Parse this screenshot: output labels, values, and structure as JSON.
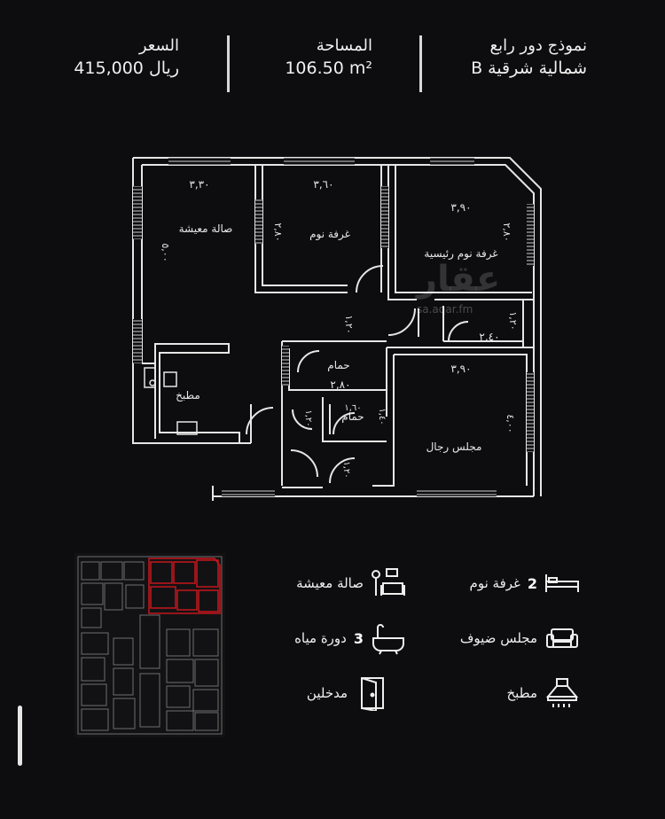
{
  "header": {
    "model_title": "نموذج دور رابع",
    "model_sub": "B شمالية شرقية",
    "area_title": "المساحة",
    "area_value": "106.50 m²",
    "price_title": "السعر",
    "price_value": "415,000 ريال"
  },
  "plan_labels": {
    "living": "صالة معيشة",
    "living_w": "٣,٣٠",
    "living_h": "٥,٠٠",
    "bed1": "غرفة نوم",
    "bed1_w": "٣,٦٠",
    "bed1_h": "٢,٨٠",
    "master": "غرفة نوم رئيسية",
    "master_w": "٣,٩٠",
    "master_h": "٢,٨٠",
    "corr": "١,٢٠",
    "ens_w": "٢,٤٠",
    "ens_h": "١,٢٠",
    "bath": "حمام",
    "bath_w": "٢,٨٠",
    "bath2": "حمام",
    "bath2_w": "١,٦٠",
    "bath2_h": "١,٤٠",
    "kitchen": "مطبخ",
    "majlis": "مجلس رجال",
    "majlis_w": "٣,٩٠",
    "majlis_h": "٤,٠٠",
    "entry_w": "١,٢٠",
    "entry_h": "١,٢٠"
  },
  "watermark": {
    "logo": "عقار",
    "site": "sa.aqar.fm"
  },
  "features": {
    "bedrooms_num": "2",
    "bedrooms_label": "غرفة نوم",
    "living_label": "صالة معيشة",
    "majlis_label": "مجلس ضيوف",
    "baths_num": "3",
    "baths_label": "دورة مياه",
    "kitchen_label": "مطبخ",
    "entrances_label": "مدخلين"
  },
  "icons": {
    "bed": "bed-icon",
    "living": "living-room-icon",
    "sofa": "sofa-icon",
    "bathtub": "bathtub-icon",
    "hood": "kitchen-hood-icon",
    "door": "door-icon"
  },
  "colors": {
    "background": "#0d0d0f",
    "line": "#e6e6e6",
    "highlight": "#c4161c"
  }
}
